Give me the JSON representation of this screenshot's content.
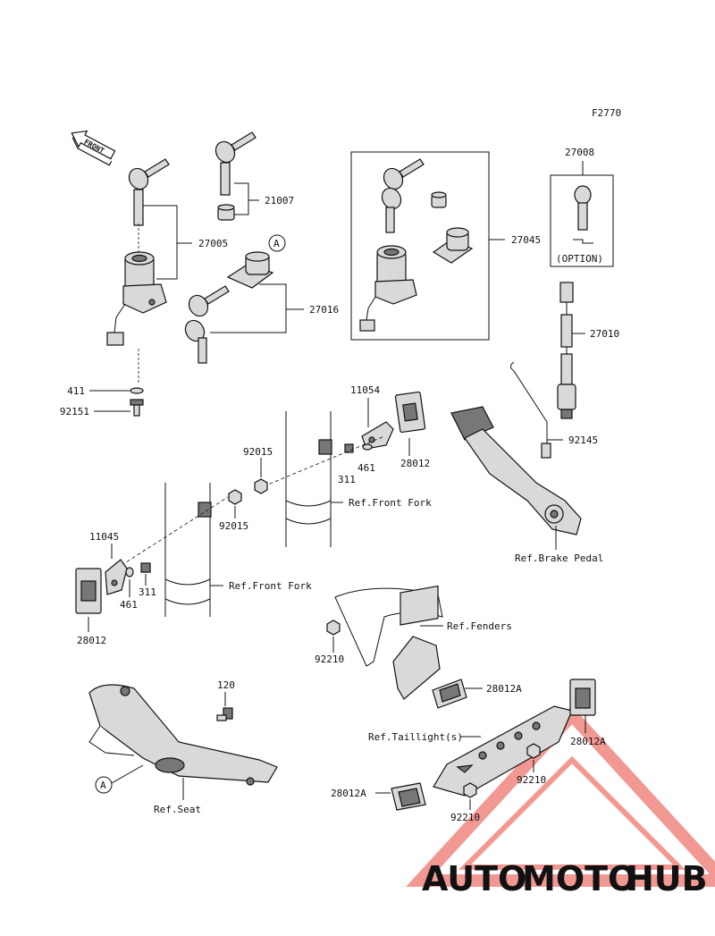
{
  "figure_code": "F2770",
  "front_label": "FRONT",
  "option_label": "(OPTION)",
  "callout_a": "A",
  "parts": {
    "p27005": "27005",
    "p21007": "21007",
    "p27016": "27016",
    "p27045": "27045",
    "p27008": "27008",
    "p27010": "27010",
    "p411": "411",
    "p92151": "92151",
    "p11054": "11054",
    "p28012_right": "28012",
    "p461_right": "461",
    "p311_right": "311",
    "p92015_top": "92015",
    "p92015_bottom": "92015",
    "p92145": "92145",
    "p11045": "11045",
    "p461_left": "461",
    "p311_left": "311",
    "p28012_left": "28012",
    "p92210_left": "92210",
    "p28012A_mid": "28012A",
    "p28012A_right": "28012A",
    "p92210_right": "92210",
    "p28012A_bottom": "28012A",
    "p92210_bottom": "92210",
    "p120": "120"
  },
  "refs": {
    "front_fork_upper": "Ref.Front Fork",
    "front_fork_lower": "Ref.Front Fork",
    "brake_pedal": "Ref.Brake Pedal",
    "fenders": "Ref.Fenders",
    "taillights": "Ref.Taillight(s)",
    "seat": "Ref.Seat"
  },
  "watermark": {
    "part1": "AUTO",
    "part2": "MOTO",
    "part3": "HUB",
    "color1": "#f4a23a",
    "color2": "#e8453c",
    "color3": "#4a4a4a"
  }
}
